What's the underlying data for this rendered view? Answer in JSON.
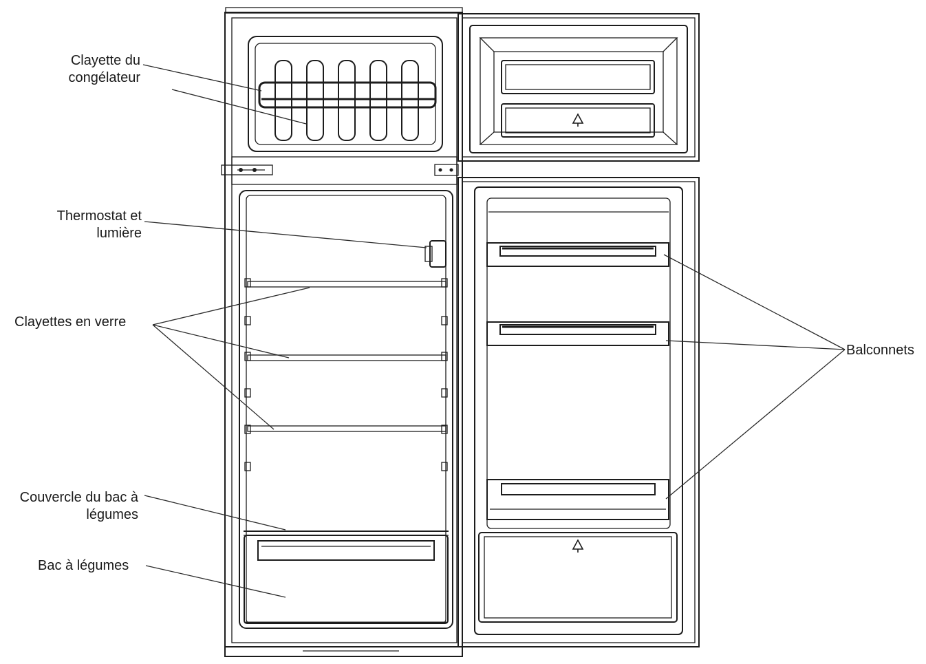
{
  "labels": {
    "freezer_shelf": [
      "Clayette du",
      "congélateur"
    ],
    "thermostat_light": [
      "Thermostat et",
      "lumière"
    ],
    "glass_shelves": "Clayettes en verre",
    "crisper_cover": [
      "Couvercle du bac à",
      "légumes"
    ],
    "crisper": "Bac à légumes",
    "door_balconies": "Balconnets"
  },
  "icons": {
    "recycle": "recycle-icon"
  }
}
